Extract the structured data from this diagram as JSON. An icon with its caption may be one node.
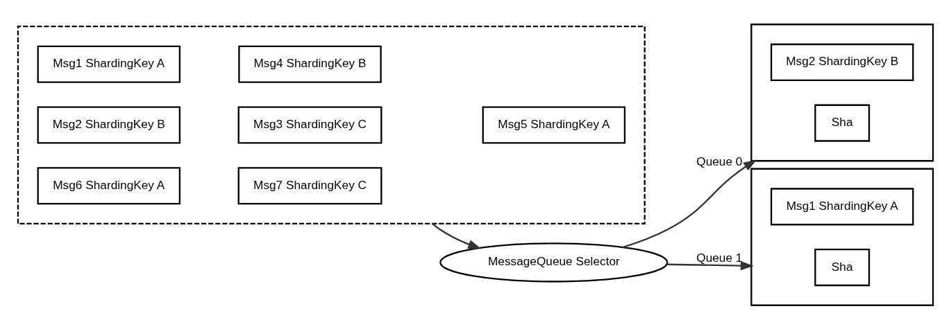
{
  "diagram": {
    "nodes": [
      {
        "text": [],
        "shape": "box"
      },
      {
        "text": [
          "Msg1 ShardingKey A"
        ],
        "in": 0
      },
      {
        "text": [
          "Msg4 ShardingKey B"
        ],
        "in": 0
      },
      {
        "text": [
          "Msg2 ShardingKey B"
        ],
        "in": 0
      },
      {
        "text": [
          "Msg3 ShardingKey C"
        ],
        "in": 0
      },
      {
        "text": [
          "Msg5 ShardingKey A"
        ],
        "in": 0
      },
      {
        "text": [
          "Msg6 ShardingKey A"
        ],
        "in": 0
      },
      {
        "text": [
          "Msg7 ShardingKey C"
        ],
        "in": 0
      },
      {
        "text": [
          "MessageQueue Selector"
        ]
      },
      {
        "text": [],
        "shape": "box"
      },
      {
        "text": [
          "Msg2 ShardingKey B"
        ],
        "in": 9
      },
      {
        "text": [
          "Sha"
        ],
        "in": 9
      },
      {
        "text": [],
        "shape": "box"
      },
      {
        "text": [
          "Msg1 ShardingKey A"
        ],
        "in": 12
      },
      {
        "text": [
          "Sha"
        ],
        "in": 12
      }
    ],
    "edges": [
      {
        "from": 0,
        "to": 8,
        "arrow": "to"
      },
      {
        "from": 8,
        "to": 9,
        "arrow": "to",
        "label": "Queue 0"
      },
      {
        "from": 8,
        "to": 12,
        "arrow": "to",
        "label": "Queue 1"
      }
    ]
  }
}
